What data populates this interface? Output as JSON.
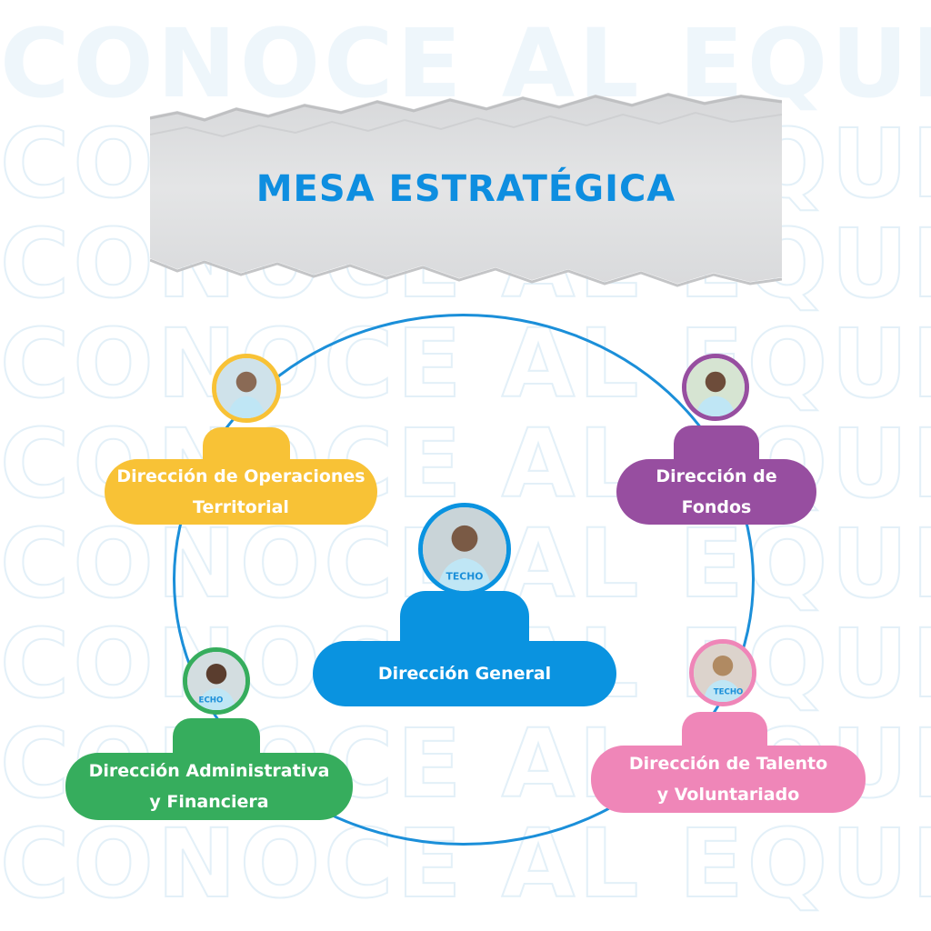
{
  "watermark": "CONOCE AL EQUIPO",
  "title": "MESA ESTRATÉGICA",
  "colors": {
    "title": "#0e8ee0",
    "ring": "#1b8fd9",
    "operaciones": "#f8c236",
    "fondos": "#974ea0",
    "general": "#0a93e0",
    "administrativa": "#36ad5d",
    "talento": "#ef86b8"
  },
  "nodes": {
    "operaciones": {
      "label": "Dirección de Operaciones\nTerritorial"
    },
    "fondos": {
      "label": "Dirección de\nFondos"
    },
    "general": {
      "label": "Dirección General"
    },
    "administrativa": {
      "label": "Dirección Administrativa\ny Financiera"
    },
    "talento": {
      "label": "Dirección de Talento\ny Voluntariado"
    }
  }
}
